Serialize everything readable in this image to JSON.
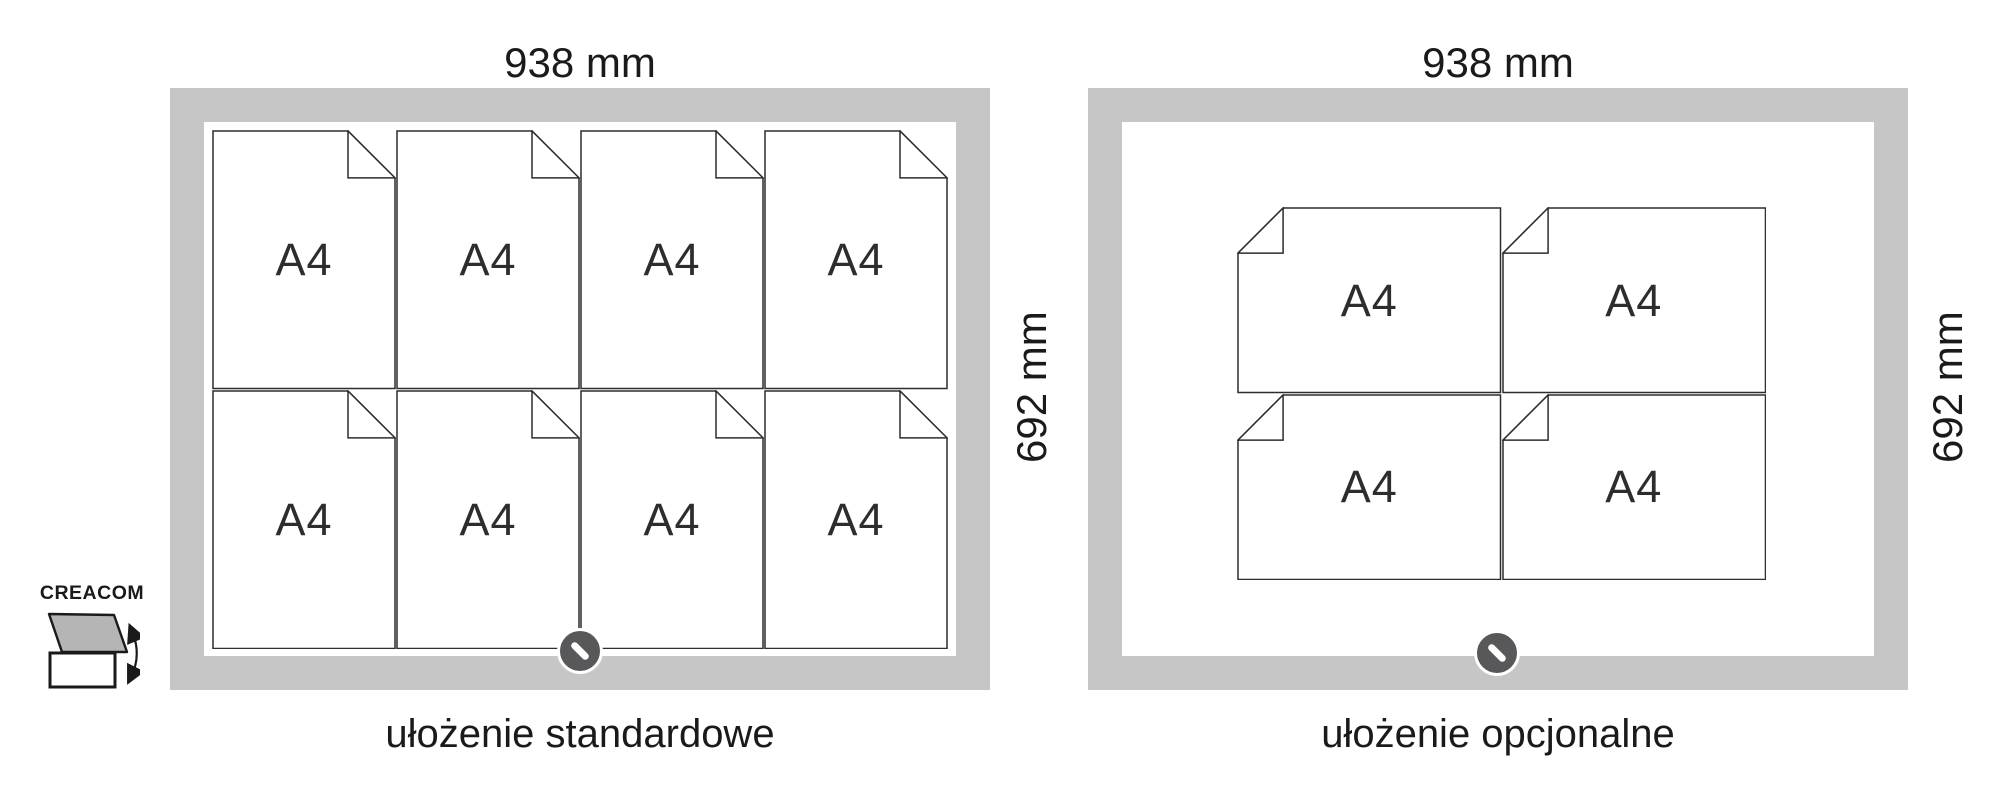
{
  "colors": {
    "frame": "#c6c6c6",
    "line": "#2d2d2f",
    "lock_fill": "#58585a",
    "lock_ring": "#ffffff",
    "door_fill": "#b5b5b5",
    "text": "#1a1a1a"
  },
  "logo": {
    "brand": "CREACOM"
  },
  "icons": {
    "lock": "cam-lock-icon",
    "logo_case": "open-display-case-icon",
    "logo_arrow": "swing-arrow-icon"
  },
  "panels": [
    {
      "id": "standard",
      "width_label": "938 mm",
      "height_label": "692 mm",
      "caption": "ułożenie standardowe",
      "sheet_label": "A4",
      "arrangement": "8 sheets, portrait, 2 rows x 4 columns"
    },
    {
      "id": "optional",
      "width_label": "938 mm",
      "height_label": "692 mm",
      "caption": "ułożenie opcjonalne",
      "sheet_label": "A4",
      "arrangement": "4 sheets, landscape, 2 rows x 2 columns"
    }
  ]
}
